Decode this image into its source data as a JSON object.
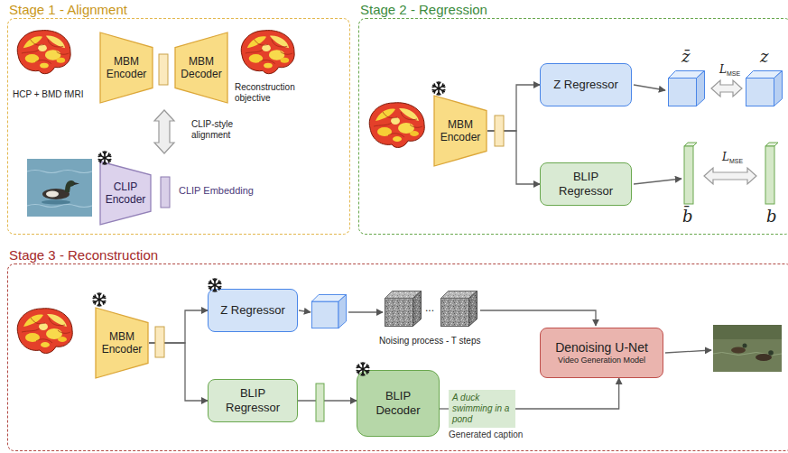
{
  "diagram": {
    "nodes": [
      {
        "text": [
          "Stage 1 - Alignment"
        ]
      },
      {
        "text": [
          "MBM Encoder"
        ],
        "in": 0
      },
      {
        "text": [
          "MBM Decoder"
        ],
        "in": 0
      },
      {
        "text": [
          "CLIP Encoder"
        ],
        "in": 0
      },
      {
        "text": [
          "Stage 2 - Regression"
        ]
      },
      {
        "text": [
          "MBM Encoder"
        ],
        "in": 4
      },
      {
        "text": [
          "Z Regressor"
        ],
        "in": 4
      },
      {
        "text": [
          "BLIP Regressor"
        ],
        "in": 4
      },
      {
        "text": [
          "Stage 3 - Reconstruction"
        ]
      },
      {
        "text": [
          "MBM Encoder"
        ],
        "in": 8
      },
      {
        "text": [
          "Z Regressor"
        ],
        "in": 8
      },
      {
        "text": [
          "BLIP Regressor"
        ],
        "in": 8
      },
      {
        "text": [
          "BLIP Decoder"
        ],
        "in": 8
      },
      {
        "text": [
          "Denoising U-Net",
          "Video Generation Model"
        ],
        "in": 8
      },
      {
        "text": [
          "A duck swimming in a pond",
          "Generated caption"
        ],
        "in": 8
      }
    ],
    "edges": [
      {
        "from": 5,
        "to": 6,
        "arrow": "to"
      },
      {
        "from": 5,
        "to": 7,
        "arrow": "to"
      },
      {
        "from": 9,
        "to": 10,
        "arrow": "to"
      },
      {
        "from": 9,
        "to": 11,
        "arrow": "to"
      },
      {
        "from": 11,
        "to": 12,
        "arrow": "to"
      },
      {
        "from": 12,
        "to": 14,
        "arrow": "none"
      },
      {
        "from": 14,
        "to": 13,
        "arrow": "to"
      }
    ],
    "labels": [
      "HCP + BMD fMRI",
      "Reconstruction objective",
      "CLIP-style alignment",
      "CLIP Embedding",
      "z̄",
      "z",
      "L",
      "MSE",
      "b̄",
      "b",
      "L",
      "MSE",
      "Noising process - T steps",
      "..."
    ]
  }
}
